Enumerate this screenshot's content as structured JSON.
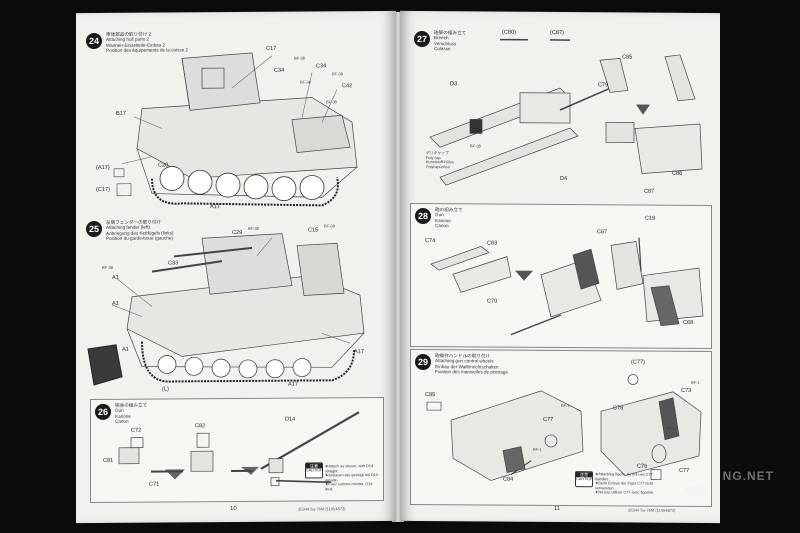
{
  "left_page": {
    "page_number": "10",
    "footer_code": "35344 Su-76M (11054872)",
    "steps": [
      {
        "number": "24",
        "title": "車体部品の取り付け 2\nAttaching hull parts 2\nWannen-Einzelteile-Einbau 2\nPosition des équipements de la caisse 2",
        "labels": [
          "C17",
          "C34",
          "C34",
          "C42",
          "B17",
          "(A17)",
          "C20",
          "(C17)",
          "A17",
          "BF-38",
          "BF-38",
          "BF-38",
          "BF-38"
        ]
      },
      {
        "number": "25",
        "title": "左側フェンダーの取り付け\nAttaching fender (left)\nAnbringung des Kettfügels (links)\nPosition du garde-boue (gauche)",
        "labels": [
          "C33",
          "C29",
          "C15",
          "A1",
          "A1",
          "A1",
          "(L)",
          "A17",
          "A17",
          "BF-38",
          "BF-38",
          "BF-38"
        ]
      },
      {
        "number": "26",
        "title": "砲身の組み立て\nGun\nKanone\nCanon",
        "labels": [
          "C72",
          "C82",
          "D14",
          "C81",
          "C71"
        ],
        "caution": {
          "head": "注意",
          "sub": "CAUTION"
        },
        "notes": "★Attach as shown, with D14 straight.\n★Anbauen wie gezeigt mit D14 gerade.\n★Fixer comme montré, D14 droit."
      }
    ]
  },
  "right_page": {
    "page_number": "11",
    "footer_code": "35344 Su-76M (11054872)",
    "steps": [
      {
        "number": "27",
        "title": "砲架の組み立て\nBreech\nVerschluss\nCulasse",
        "labels": [
          "(C80)",
          "(C87)",
          "C85",
          "D3",
          "C79",
          "C86",
          "C87",
          "D4",
          "BF-38"
        ],
        "notes": "ポリキャップ\nPoly cap\nKunststoff-Hülse\nPolycapuchon"
      },
      {
        "number": "28",
        "title": "砲の組み立て\nGun\nKanone\nCanon",
        "labels": [
          "C74",
          "C83",
          "C67",
          "C19",
          "C70",
          "C68"
        ]
      },
      {
        "number": "29",
        "title": "砲操作ハンドルの取り付け\nAttaching gun control wheels\nEinbau der Waffenrichtschalten\nFixation des manivelles de pointage",
        "labels": [
          "C85",
          "C77",
          "(C77)",
          "C73",
          "C78",
          "C76",
          "C84",
          "C77",
          "BF-1",
          "BF-1",
          "BF-1",
          "BF-1"
        ],
        "caution": {
          "head": "注意",
          "sub": "CAUTION"
        },
        "notes": "★Attaching figure, do not use C77 handles.\n★Beim Einbau der Figur C77 nicht verwenden.\n★Ne pas utiliser C77 avec figurine."
      }
    ]
  },
  "watermark": {
    "text": "NG.NET",
    "sub": "模型网"
  }
}
